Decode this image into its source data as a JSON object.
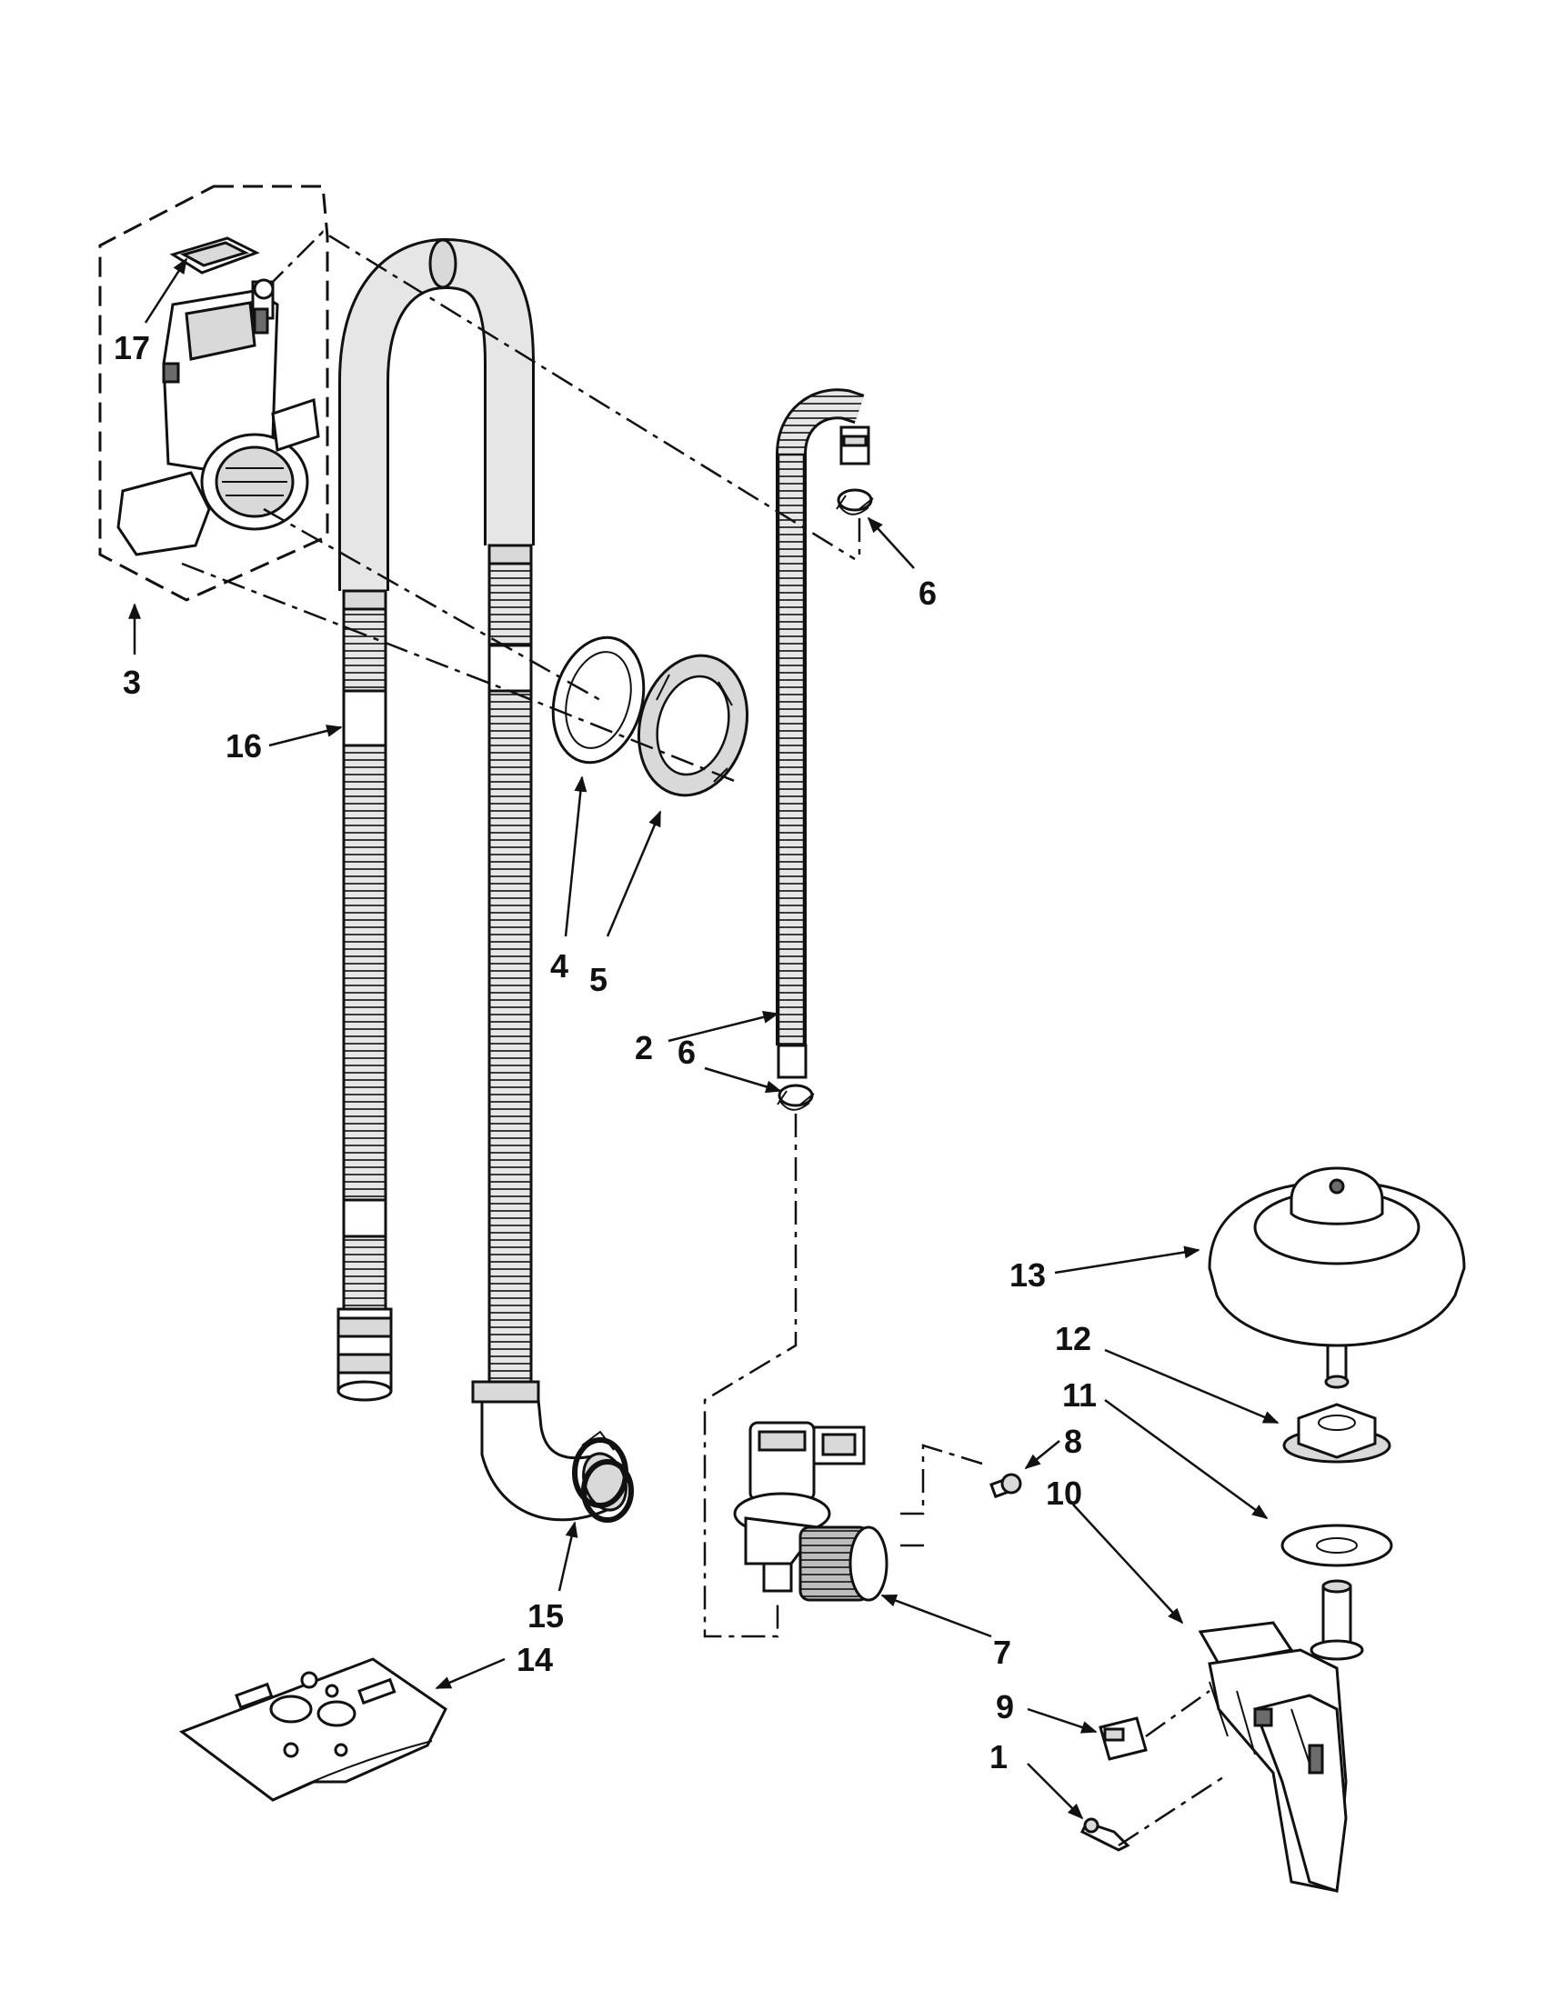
{
  "callouts": {
    "c1": "1",
    "c2": "2",
    "c3": "3",
    "c4": "4",
    "c5": "5",
    "c6a": "6",
    "c6b": "6",
    "c7": "7",
    "c8": "8",
    "c9": "9",
    "c10": "10",
    "c11": "11",
    "c12": "12",
    "c13": "13",
    "c14": "14",
    "c15": "15",
    "c16": "16",
    "c17": "17"
  }
}
